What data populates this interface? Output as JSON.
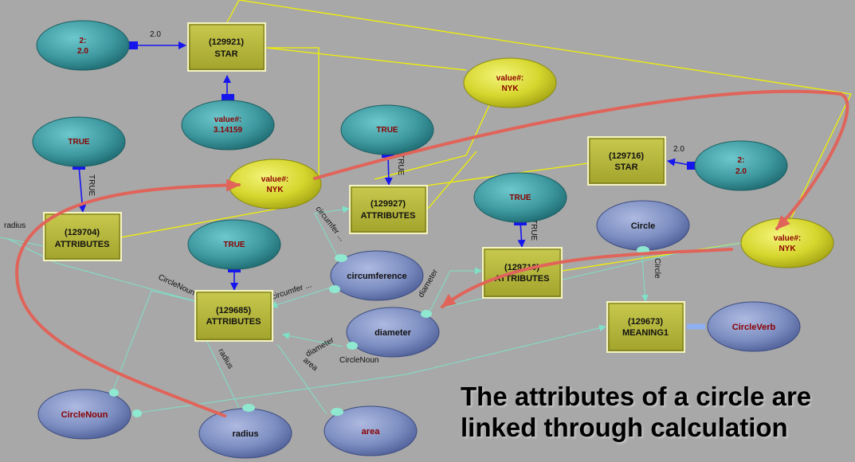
{
  "diagram": {
    "colors": {
      "background": "#a8a8a8",
      "box_fill": "#b4b53a",
      "teal_node": "#3e9aa0",
      "blue_node": "#7d8fc2",
      "yellow_node": "#d6d62e",
      "node_text": "#8b0000",
      "yellow_line": "#f2f200",
      "cyan_line": "#7fe0c8",
      "blue_arrow": "#1515ee",
      "highlight_arrow": "#e0645a"
    },
    "boxes": [
      {
        "id": "b129921",
        "line1": "(129921)",
        "line2": "STAR"
      },
      {
        "id": "b129716",
        "line1": "(129716)",
        "line2": "STAR"
      },
      {
        "id": "b129704",
        "line1": "(129704)",
        "line2": "ATTRIBUTES"
      },
      {
        "id": "b129927",
        "line1": "(129927)",
        "line2": "ATTRIBUTES"
      },
      {
        "id": "b129685",
        "line1": "(129685)",
        "line2": "ATTRIBUTES"
      },
      {
        "id": "b129710",
        "line1": "(129710)",
        "line2": "ATTRIBUTES"
      },
      {
        "id": "b129673",
        "line1": "(129673)",
        "line2": "MEANING1"
      }
    ],
    "nodes": [
      {
        "id": "n_two_a",
        "kind": "teal",
        "line1": "2:",
        "line2": "2.0"
      },
      {
        "id": "n_pi",
        "kind": "teal",
        "line1": "value#:",
        "line2": "3.14159"
      },
      {
        "id": "n_two_b",
        "kind": "teal",
        "line1": "2:",
        "line2": "2.0"
      },
      {
        "id": "n_true_a",
        "kind": "teal",
        "line1": "TRUE",
        "line2": ""
      },
      {
        "id": "n_true_b",
        "kind": "teal",
        "line1": "TRUE",
        "line2": ""
      },
      {
        "id": "n_true_c",
        "kind": "teal",
        "line1": "TRUE",
        "line2": ""
      },
      {
        "id": "n_true_d",
        "kind": "teal",
        "line1": "TRUE",
        "line2": ""
      },
      {
        "id": "n_val_top",
        "kind": "yellow",
        "line1": "value#:",
        "line2": "NYK"
      },
      {
        "id": "n_val_mid",
        "kind": "yellow",
        "line1": "value#:",
        "line2": "NYK"
      },
      {
        "id": "n_val_right",
        "kind": "yellow",
        "line1": "value#:",
        "line2": "NYK"
      },
      {
        "id": "n_circle",
        "kind": "blue",
        "line1": "Circle",
        "line2": ""
      },
      {
        "id": "n_circumference",
        "kind": "blue",
        "line1": "circumference",
        "line2": ""
      },
      {
        "id": "n_diameter",
        "kind": "blue",
        "line1": "diameter",
        "line2": ""
      },
      {
        "id": "n_circleverb",
        "kind": "blue",
        "line1": "CircleVerb",
        "line2": ""
      },
      {
        "id": "n_circlenoun",
        "kind": "blue",
        "line1": "CircleNoun",
        "line2": ""
      },
      {
        "id": "n_radius",
        "kind": "blue",
        "line1": "radius",
        "line2": ""
      },
      {
        "id": "n_area",
        "kind": "blue",
        "line1": "area",
        "line2": ""
      }
    ],
    "edge_labels": {
      "two_a": "2.0",
      "two_b": "2.0",
      "true_a": "TRUE",
      "true_b": "TRUE",
      "true_d": "TRUE",
      "circle": "Circle",
      "radius_left": "radius",
      "circumfer_a": "circumfer ...",
      "circumfer_b": "circumfer ...",
      "circlenoun_a": "CircleNoun",
      "circlenoun_b": "CircleNoun",
      "diameter_a": "diameter",
      "diameter_b": "diameter",
      "radius_b": "radius",
      "area": "area"
    }
  },
  "caption": {
    "line1": "The attributes of a circle are",
    "line2": "linked through calculation"
  }
}
